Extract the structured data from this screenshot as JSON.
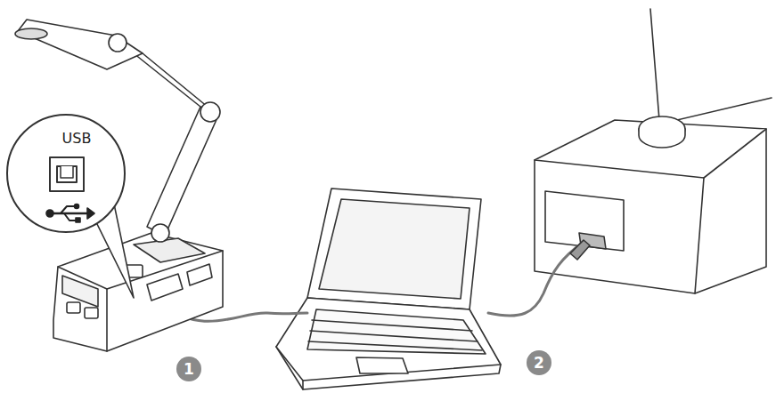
{
  "diagram": {
    "labels": [
      "USB",
      "1",
      "2"
    ]
  }
}
